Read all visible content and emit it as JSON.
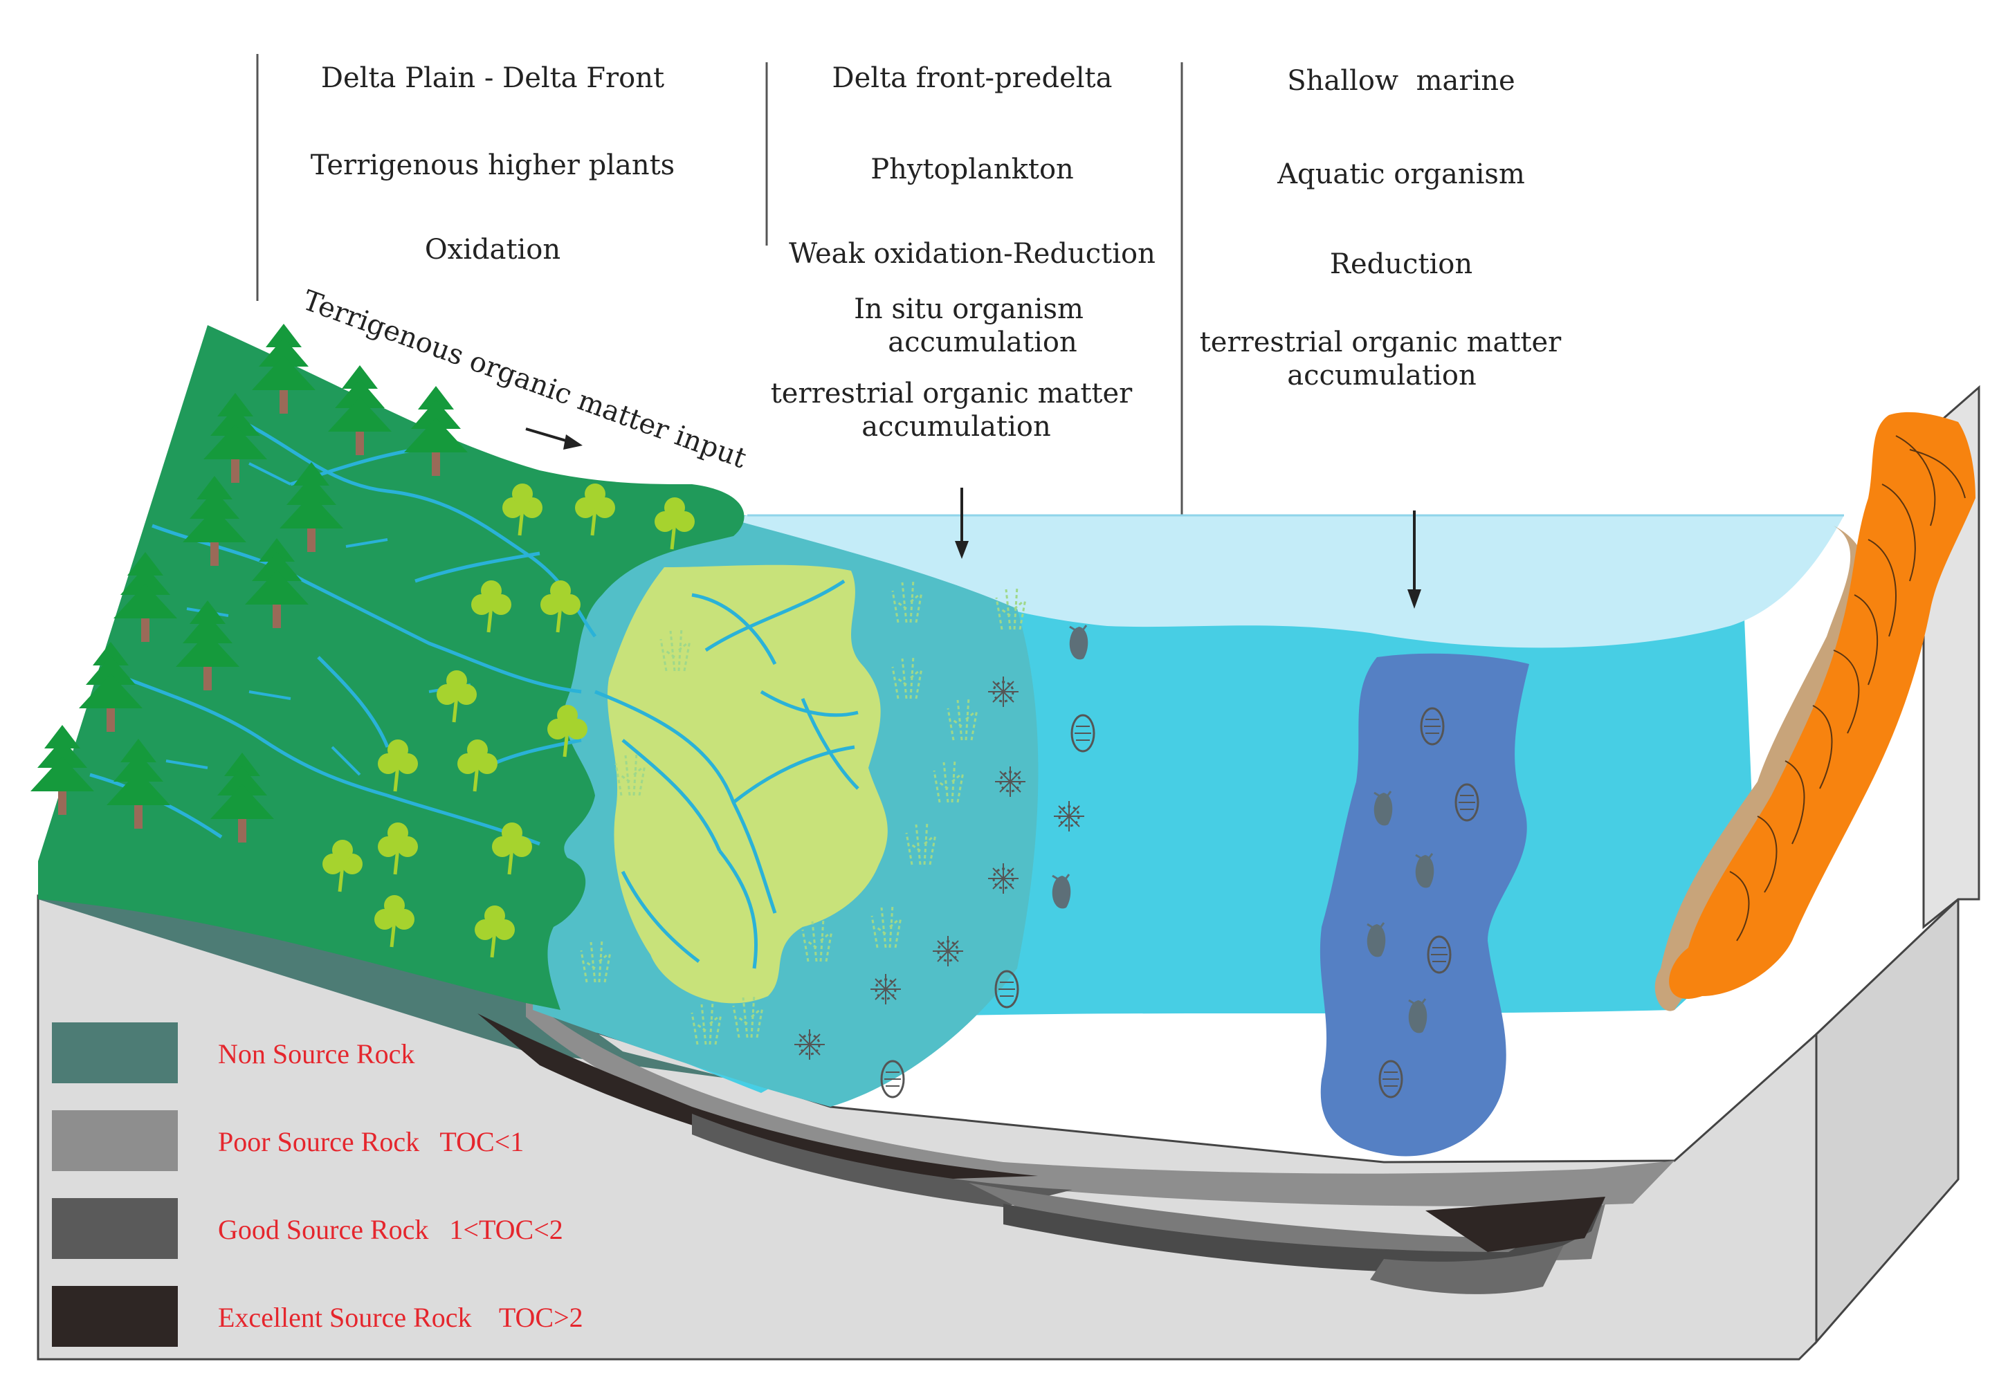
{
  "columns": [
    {
      "environment": "Delta Plain - Delta Front",
      "organism": "Terrigenous higher plants",
      "redox": "Oxidation",
      "input_label": "Terrigenous organic matter input"
    },
    {
      "environment": "Delta front-predelta",
      "organism": "Phytoplankton",
      "redox": "Weak oxidation-Reduction",
      "accum_1a": "In situ organism",
      "accum_1b": "accumulation",
      "accum_2a": "terrestrial organic matter",
      "accum_2b": "accumulation"
    },
    {
      "environment": "Shallow  marine",
      "organism": "Aquatic organism",
      "redox": "Reduction",
      "accum_a": "terrestrial organic matter",
      "accum_b": "accumulation"
    }
  ],
  "legend": [
    {
      "label": "Non Source Rock",
      "color": "#4d7c75"
    },
    {
      "label": "Poor Source Rock   TOC<1",
      "color": "#8e8e8e"
    },
    {
      "label": "Good Source Rock   1<TOC<2",
      "color": "#5a5a5a"
    },
    {
      "label": "Excellent Source Rock    TOC>2",
      "color": "#2e2624"
    }
  ],
  "colors": {
    "land": "#209a5a",
    "tree": "#159a3c",
    "river": "#2ab2d8",
    "delta_lobe": "#c8e27a",
    "prodelta_water": "#52bfc8",
    "sea": "#47cee4",
    "surface_water": "#c4ecf8",
    "organic_column": "#5580c4",
    "cliff": "#f7830f",
    "block_face": "#dcdcdc",
    "legend_text": "#e5262d"
  }
}
